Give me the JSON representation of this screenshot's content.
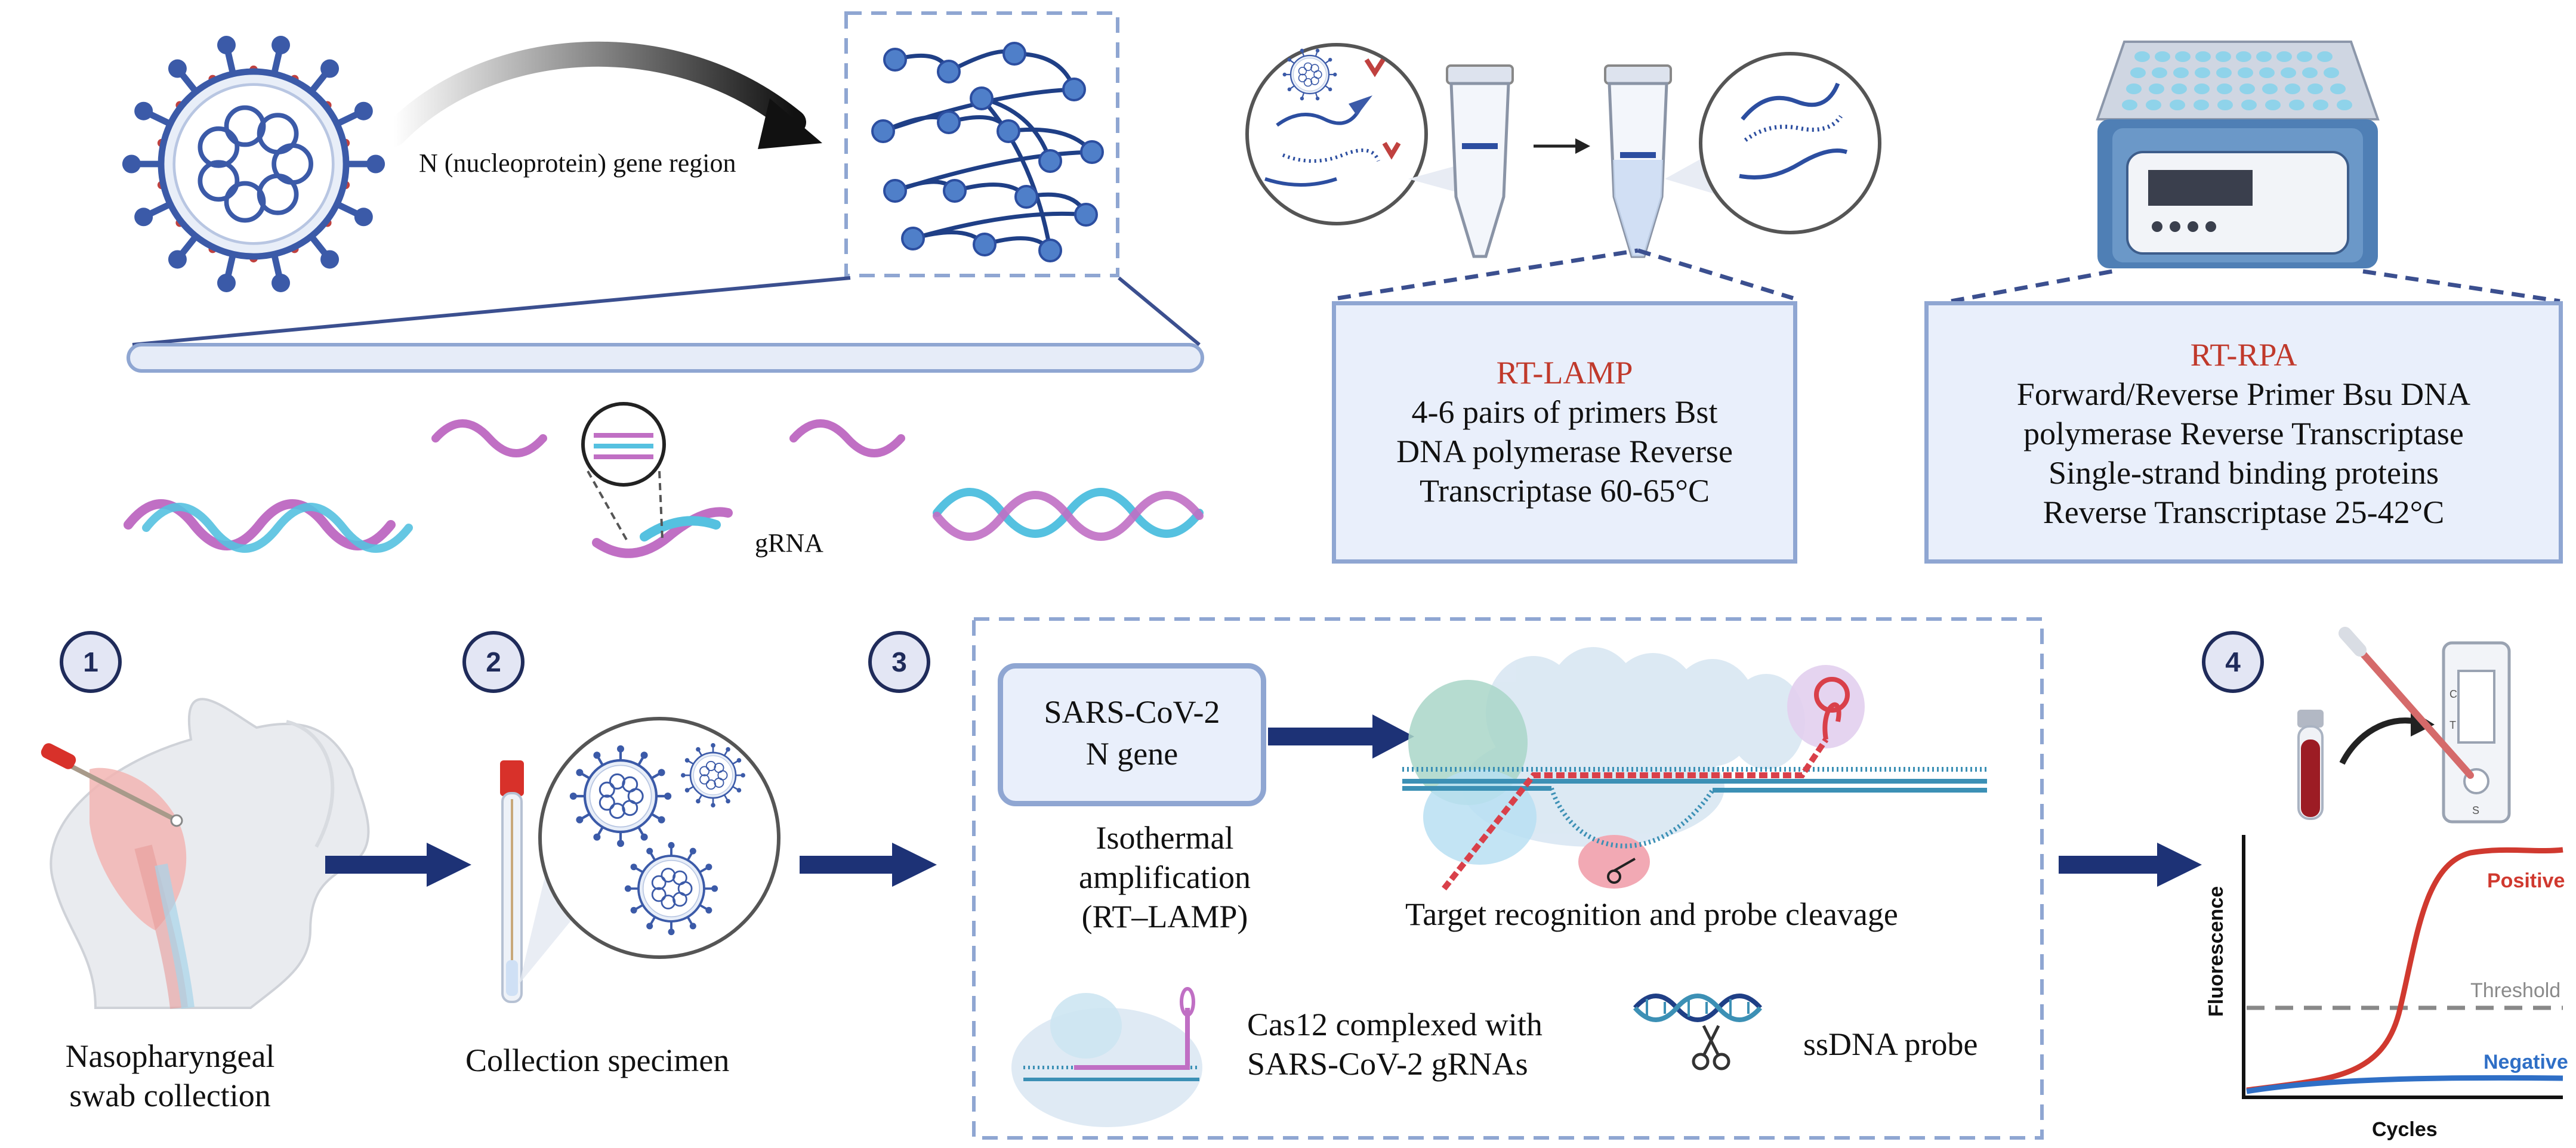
{
  "top": {
    "gene_region_label": "N (nucleoprotein) gene region",
    "grna_label": "gRNA"
  },
  "rt_lamp": {
    "title": "RT-LAMP",
    "lines": [
      "4-6 pairs of primers Bst",
      "DNA polymerase Reverse",
      "Transcriptase 60-65°C"
    ]
  },
  "rt_rpa": {
    "title": "RT-RPA",
    "lines": [
      "Forward/Reverse Primer Bsu DNA",
      "polymerase Reverse Transcriptase",
      "Single-strand binding proteins",
      "Reverse Transcriptase 25-42°C"
    ]
  },
  "steps": [
    {
      "number": "1",
      "caption_lines": [
        "Nasopharyngeal",
        "swab collection"
      ]
    },
    {
      "number": "2",
      "caption_lines": [
        "Collection specimen"
      ]
    },
    {
      "number": "3"
    },
    {
      "number": "4"
    }
  ],
  "detection": {
    "target_box_lines": [
      "SARS-CoV-2",
      "N gene"
    ],
    "isothermal_lines": [
      "Isothermal",
      "amplification",
      "(RT–LAMP)"
    ],
    "recognition_label": "Target recognition and probe cleavage",
    "cas12_lines": [
      "Cas12 complexed with",
      "SARS-CoV-2 gRNAs"
    ],
    "probe_label": "ssDNA probe"
  },
  "test_strip": {
    "c_label": "C",
    "t_label": "T",
    "s_label": "S"
  },
  "chart": {
    "ylabel": "Fluorescence",
    "xlabel": "Cycles",
    "positive_label": "Positive",
    "threshold_label": "Threshold",
    "negative_label": "Negative"
  },
  "colors": {
    "virus_blue": "#3b5aa8",
    "arrow_navy": "#1d3276",
    "rna_pink": "#c06fc4",
    "rna_cyan": "#55c1e0",
    "positive_red": "#d0392f",
    "negative_blue": "#2f6fc6",
    "box_fill": "#e9effb",
    "box_border": "#8fa6d2"
  }
}
